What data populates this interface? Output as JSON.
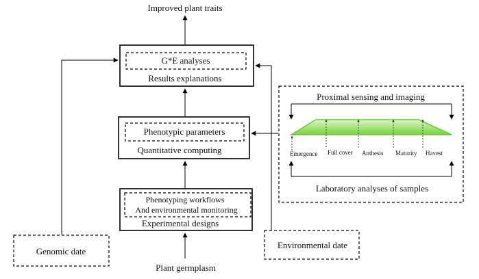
{
  "top_output": "Improved plant traits",
  "box_ge": {
    "inner": "G*E analyses",
    "outer": "Results explanations"
  },
  "box_pheno": {
    "inner": "Phenotypic parameters",
    "outer": "Quantitative computing"
  },
  "box_workflow": {
    "inner_line1": "Phenotyping workflows",
    "inner_line2": "And environmental monitoring",
    "outer": "Experimental designs"
  },
  "genomic": "Genomic date",
  "environmental": "Environmental date",
  "germplasm": "Plant germplasm",
  "sensing_panel": {
    "top_label": "Proximal sensing and imaging",
    "bottom_label": "Laboratory analyses of samples",
    "stages": [
      "Emergence",
      "Full cover",
      "Anthesis",
      "Maturity",
      "Havest"
    ]
  },
  "colors": {
    "field_fill_top": "#dff5c8",
    "field_fill_bottom": "#79d23c",
    "field_stroke": "#6cc73a"
  }
}
